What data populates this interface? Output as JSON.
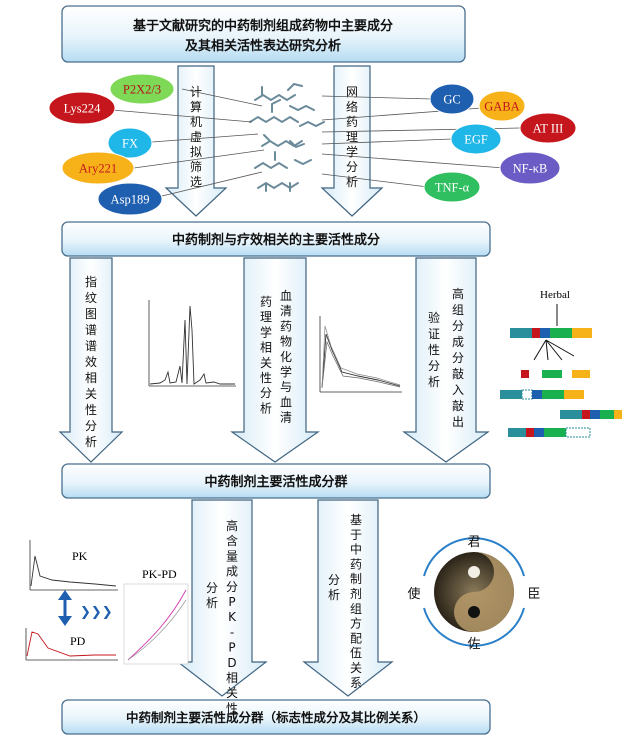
{
  "boxes": {
    "top_line1": "基于文献研究的中药制剂组成药物中主要成分",
    "top_line2": "及其相关活性表达研究分析",
    "mid1": "中药制剂与疗效相关的主要活性成分",
    "mid2": "中药制剂主要活性成分群",
    "bottom": "中药制剂主要活性成分群（标志性成分及其比例关系）"
  },
  "arrows": {
    "virtual_screening": "计算机虚拟筛选",
    "network_pharmacology": "网络药理学分析",
    "fingerprint": "指纹图谱谱效相关性分析",
    "serum_chem_col1": "血清药物化学与血清",
    "serum_chem_col2": "药理学相关性分析",
    "knockout_col1": "高组分成分敲入敲出",
    "knockout_col2": "验证性分析",
    "pkpd_col1": "高含量成分PK-PD相关性",
    "pkpd_col2": "分析",
    "compat_col1": "基于中药制剂组方配伍关系",
    "compat_col2": "分析"
  },
  "left_ovals": [
    {
      "label": "P2X2/3",
      "fill": "#7ed957",
      "text": "#b3141b"
    },
    {
      "label": "Lys224",
      "fill": "#c4161c",
      "text": "#ffffff"
    },
    {
      "label": "FX",
      "fill": "#1fb6e8",
      "text": "#ffffff"
    },
    {
      "label": "Ary221",
      "fill": "#f7b21a",
      "text": "#c4161c"
    },
    {
      "label": "Asp189",
      "fill": "#1f5fb0",
      "text": "#ffffff"
    }
  ],
  "right_ovals": [
    {
      "label": "GC",
      "fill": "#1f5fb0",
      "text": "#ffffff"
    },
    {
      "label": "GABA",
      "fill": "#f7b21a",
      "text": "#c4161c"
    },
    {
      "label": "AT III",
      "fill": "#c4161c",
      "text": "#ffffff"
    },
    {
      "label": "EGF",
      "fill": "#1fb6e8",
      "text": "#ffffff"
    },
    {
      "label": "NF-κB",
      "fill": "#6a5cc4",
      "text": "#ffffff"
    },
    {
      "label": "TNF-α",
      "fill": "#2fbf60",
      "text": "#ffffff"
    }
  ],
  "herbal_label": "Herbal",
  "pk_label": "PK",
  "pd_label": "PD",
  "pkpd_label": "PK-PD",
  "yinyang": {
    "jun": "君",
    "chen": "臣",
    "zuo": "佐",
    "shi": "使"
  },
  "colors": {
    "box_top": "#ffffff",
    "box_bottom": "#bfe0f3",
    "box_border": "#4a6f8f",
    "arrow_border": "#3f6480"
  }
}
